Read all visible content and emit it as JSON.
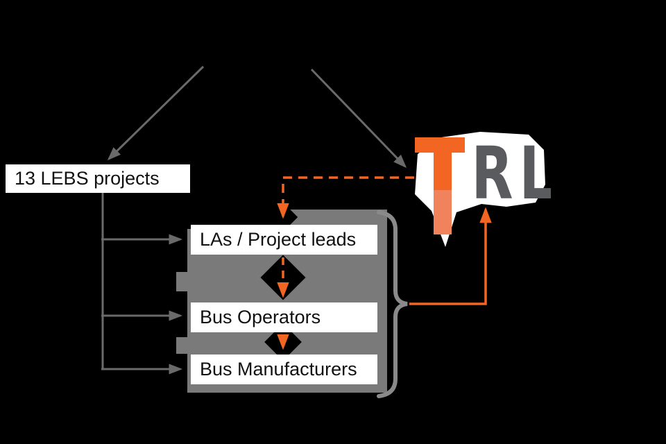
{
  "canvas": {
    "background_color": "#000000"
  },
  "boxes": {
    "lebs": "13 LEBS projects",
    "las": "LAs / Project leads",
    "operators": "Bus Operators",
    "manufacturers": "Bus Manufacturers"
  },
  "logo": {
    "text": "TRL",
    "letter_r": "R",
    "letter_l": "L",
    "orange": "#f26522",
    "orange_light": "#f0835b",
    "gray": "#5a5b5e"
  },
  "colors": {
    "arrow_gray": "#6a6a6a",
    "panel_gray": "#7a7a7a",
    "brace_gray": "#8a8a8a",
    "accent_orange": "#f26522",
    "box_background": "#ffffff",
    "box_text": "#111111"
  },
  "edges": [
    {
      "from": "top-box",
      "to": "lebs-box",
      "style": "gray-solid-arrow"
    },
    {
      "from": "top-box",
      "to": "trl-logo",
      "style": "gray-solid-arrow"
    },
    {
      "from": "lebs-box",
      "to": "las-box",
      "style": "gray-solid-arrow"
    },
    {
      "from": "lebs-box",
      "to": "operators-box",
      "style": "gray-solid-arrow"
    },
    {
      "from": "lebs-box",
      "to": "manufacturers-box",
      "style": "gray-solid-arrow"
    },
    {
      "from": "trl-logo",
      "to": "las-box",
      "style": "orange-dashed-arrow"
    },
    {
      "from": "las-box",
      "to": "operators-box",
      "style": "orange-dashed-arrow"
    },
    {
      "from": "operators-box",
      "to": "manufacturers-box",
      "style": "orange-dashed-arrow"
    },
    {
      "from": "group-brace",
      "to": "trl-logo",
      "style": "orange-solid-arrow"
    }
  ]
}
